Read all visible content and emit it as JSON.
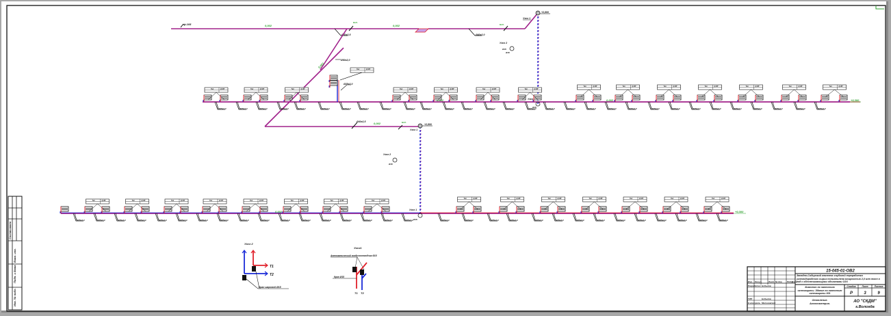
{
  "drawing": {
    "type": "Heating axonometric scheme",
    "colors": {
      "supply": "#e0202a",
      "return": "#1a2ad8",
      "main_pipe": "#a0208a",
      "slope_text": "#2ca02c",
      "frame": "#111111",
      "background": "#a8a8a8"
    },
    "top_main": {
      "left_label": "ф.105",
      "slopes": [
        "0,002",
        "0,002"
      ],
      "markers": [
        "м.п.",
        "м.п."
      ],
      "riser_labels": [
        "Ø50x2,5",
        "Ø40x2,0",
        "Ø50x2,0"
      ],
      "node_label": "Узел 1",
      "elevation": "+2,800",
      "node2_label": "Узел 2",
      "node2_sub": "Ø15",
      "node2_dn": "Ø15"
    },
    "floor2_branch": {
      "slopes": [
        "0,002",
        "0,002"
      ],
      "end_elevation": "+0,300",
      "node_label": "Узел 1",
      "node_sub": "Ø15",
      "pipe_label": "Ø25x2,0",
      "radiator_callout_top": "Тип",
      "radiator_callout_value": "Q=ВТ",
      "left_radiator_count": 14,
      "right_radiator_count": 14
    },
    "mid_main": {
      "label": "Ø40x2,5",
      "slope": "0,002",
      "marker": "м.п.",
      "node_label": "Узел 1",
      "elevation": "+2,800",
      "node2_label": "Узел 2",
      "node2_sub": "Ø15"
    },
    "floor1_branch": {
      "slope": "0,002",
      "end_elevation": "+0,300",
      "node_label": "Узел 1",
      "node_sub": "Ø15",
      "left_radiator_count": 16,
      "right_radiator_count": 14
    },
    "detail_node2": {
      "title": "Узел 2",
      "labels": [
        "T1",
        "T2"
      ],
      "note": "Кран шаровой Ø15"
    },
    "detail_node1": {
      "title": "Узел1",
      "note1": "Автоматический воздухоотводчик Ø15",
      "note2": "Кран Ø15",
      "labels": [
        "T1",
        "T2"
      ]
    },
    "side_stamp": {
      "labels": [
        "Согласовано",
        "Подп. и дата",
        "Взам. инв.",
        "Инв. № подл."
      ]
    },
    "title_block": {
      "code": "15-045-01-ОВ2",
      "project": "Западно-Сибирский комплекс глубокой переработки углеводородного сырья полиэтилена мощностью 2,0 млн тонн в год с обеспечивающими объектами ОЗХ",
      "header_cols": [
        "Изм.",
        "Кол.уч.",
        "Лист",
        "№ док.",
        "Подп.",
        "Дата"
      ],
      "rows": [
        {
          "role": "Разработал",
          "name": "Бобылев"
        },
        {
          "role": "ГИП",
          "name": "Бобылев"
        },
        {
          "role": "Н.контроль",
          "name": "Малиновский"
        }
      ],
      "object": "Комплекс по нанесению огнезащиты. Здание по нанесению огнезащиты 001",
      "sheet_title": "Отопление. Аксонометрия.",
      "stage_label": "Стадия",
      "sheet_label": "Лист",
      "sheets_label": "Листов",
      "stage": "Р",
      "sheet": "3",
      "sheets": "9",
      "company": "АО \"СКДМ\"",
      "city": "г.Вологда"
    }
  }
}
